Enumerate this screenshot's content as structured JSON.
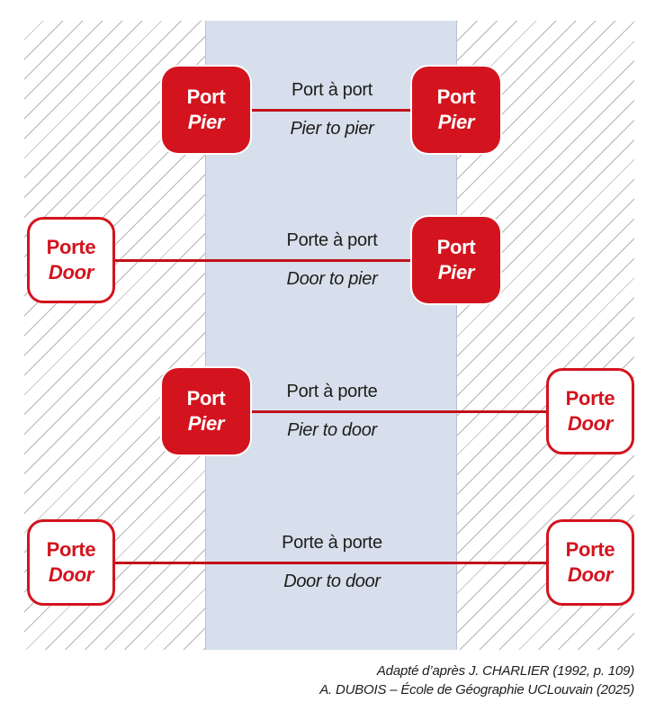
{
  "palette": {
    "box_red": "#d3141e",
    "line_red": "#c2111a",
    "band_blue": "#d6dfeb",
    "hatch_gray": "#b4b4b4",
    "label_black": "#1d1d1b"
  },
  "rows": [
    {
      "label_fr": "Port à port",
      "label_en": "Pier to pier",
      "left": {
        "type": "port",
        "line1": "Port",
        "line2": "Pier"
      },
      "right": {
        "type": "port",
        "line1": "Port",
        "line2": "Pier"
      }
    },
    {
      "label_fr": "Porte à port",
      "label_en": "Door to pier",
      "left": {
        "type": "door",
        "line1": "Porte",
        "line2": "Door"
      },
      "right": {
        "type": "port",
        "line1": "Port",
        "line2": "Pier"
      }
    },
    {
      "label_fr": "Port à porte",
      "label_en": "Pier to door",
      "left": {
        "type": "port",
        "line1": "Port",
        "line2": "Pier"
      },
      "right": {
        "type": "door",
        "line1": "Porte",
        "line2": "Door"
      }
    },
    {
      "label_fr": "Porte à porte",
      "label_en": "Door to door",
      "left": {
        "type": "door",
        "line1": "Porte",
        "line2": "Door"
      },
      "right": {
        "type": "door",
        "line1": "Porte",
        "line2": "Door"
      }
    }
  ],
  "caption": {
    "line1": "Adapté d’après J. CHARLIER (1992, p. 109)",
    "line2": "A. DUBOIS – École de Géographie UCLouvain (2025)"
  }
}
